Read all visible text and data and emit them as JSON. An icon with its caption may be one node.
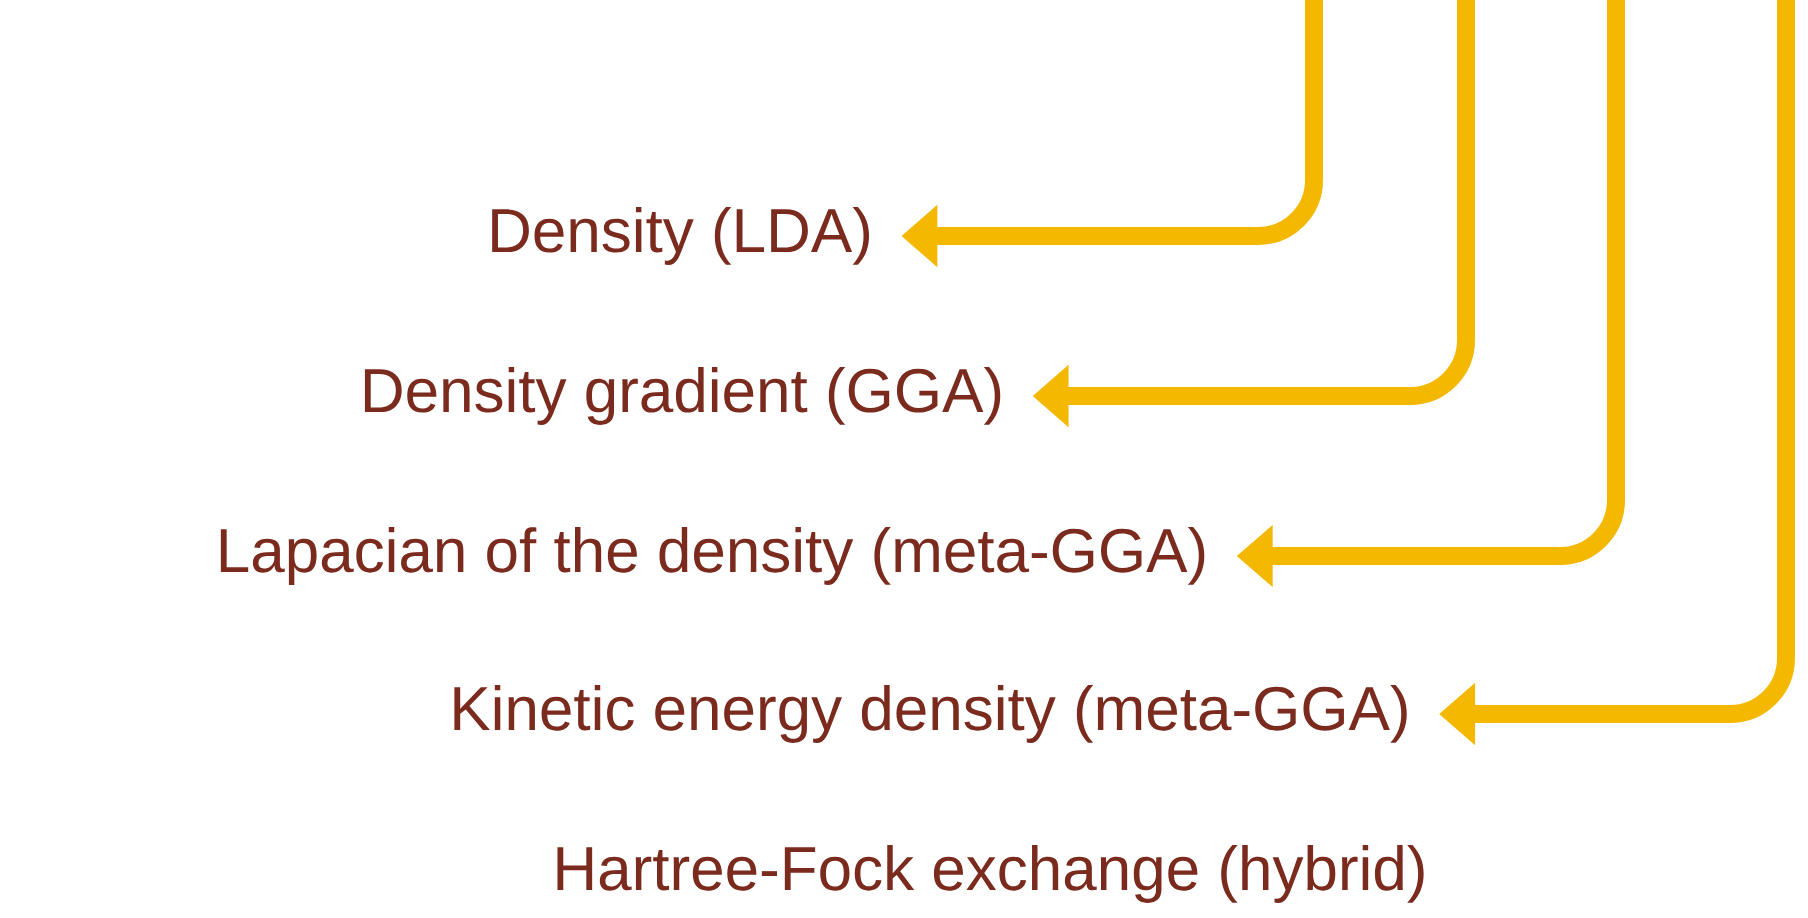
{
  "diagram": {
    "nodes": [
      {
        "text": [
          "Density (LDA)"
        ]
      },
      {
        "text": [
          "Density gradient (GGA)"
        ]
      },
      {
        "text": [
          "Lapacian of the density (meta-GGA)"
        ]
      },
      {
        "text": [
          "Kinetic energy density (meta-GGA)"
        ]
      },
      {
        "text": [
          "Hartree-Fock exchange (hybrid)"
        ]
      }
    ],
    "edges": [
      {
        "from": null,
        "to": 0,
        "arrow": "to"
      },
      {
        "from": null,
        "to": 1,
        "arrow": "to"
      },
      {
        "from": null,
        "to": 2,
        "arrow": "to"
      },
      {
        "from": null,
        "to": 3,
        "arrow": "to"
      }
    ]
  }
}
